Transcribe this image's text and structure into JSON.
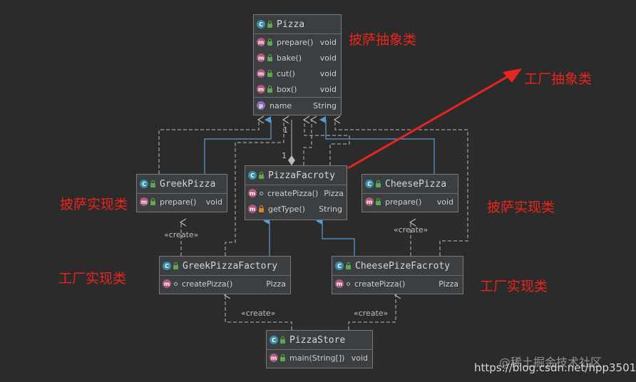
{
  "classes": {
    "pizza": {
      "name": "Pizza",
      "methods": [
        {
          "name": "prepare()",
          "type": "void"
        },
        {
          "name": "bake()",
          "type": "void"
        },
        {
          "name": "cut()",
          "type": "void"
        },
        {
          "name": "box()",
          "type": "void"
        }
      ],
      "field": {
        "name": "name",
        "type": "String"
      }
    },
    "greek_pizza": {
      "name": "GreekPizza",
      "method": {
        "name": "prepare()",
        "type": "void"
      }
    },
    "pizza_factory": {
      "name": "PizzaFacroty",
      "methods": [
        {
          "name": "createPizza()",
          "type": "Pizza"
        },
        {
          "name": "getType()",
          "type": "String"
        }
      ]
    },
    "cheese_pizza": {
      "name": "CheesePizza",
      "method": {
        "name": "prepare()",
        "type": "void"
      }
    },
    "greek_factory": {
      "name": "GreekPizzaFactory",
      "method": {
        "name": "createPizza()",
        "type": "Pizza"
      }
    },
    "cheese_factory": {
      "name": "CheesePizeFacroty",
      "method": {
        "name": "createPizza()",
        "type": "Pizza"
      }
    },
    "store": {
      "name": "PizzaStore",
      "method": {
        "name": "main(String[])",
        "type": "void"
      }
    }
  },
  "icons": {
    "class": "C",
    "method": "m",
    "property": "p"
  },
  "stereotype": "«create»",
  "multiplicity": {
    "upper": "1",
    "lower": "1"
  },
  "annotations": {
    "pizza_abstract": "披萨抽象类",
    "factory_abstract": "工厂抽象类",
    "pizza_impl_left": "披萨实现类",
    "pizza_impl_right": "披萨实现类",
    "factory_impl_left": "工厂实现类",
    "factory_impl_right": "工厂实现类"
  },
  "watermark": {
    "site": "@稀土掘金技术社区",
    "url": "https://blog.csdn.net/hpp3501"
  },
  "colors": {
    "annotation": "#e8261e",
    "inheritance": "#5b9bd5",
    "dependency": "#bbbbbb",
    "background": "#2b2b2b"
  }
}
